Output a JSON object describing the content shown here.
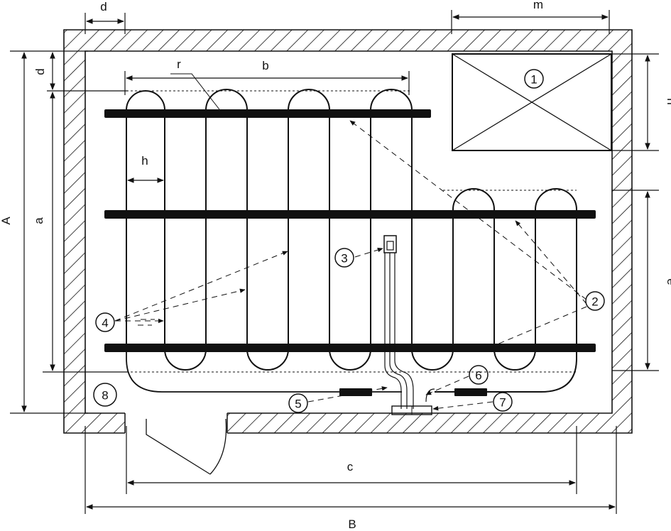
{
  "dimensions": {
    "A": "A",
    "B": "B",
    "a": "a",
    "b": "b",
    "c": "c",
    "d_top": "d",
    "d_left": "d",
    "e": "e",
    "h": "h",
    "m": "m",
    "n": "n",
    "r": "r"
  },
  "callouts": [
    "1",
    "2",
    "3",
    "4",
    "5",
    "6",
    "7",
    "8"
  ]
}
